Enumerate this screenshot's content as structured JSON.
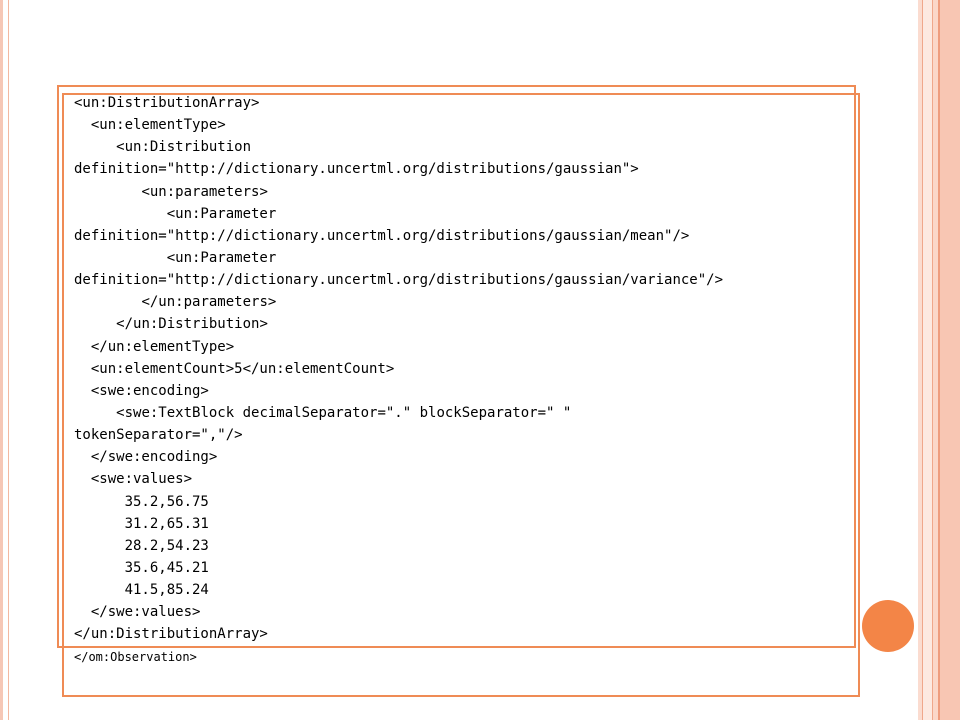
{
  "code_lines": [
    {
      "indent": "",
      "text": "<un:DistributionArray>"
    },
    {
      "indent": "  ",
      "text": "<un:elementType>"
    },
    {
      "indent": "     ",
      "text": "<un:Distribution"
    },
    {
      "indent": "",
      "text": "definition=\"http://dictionary.uncertml.org/distributions/gaussian\">"
    },
    {
      "indent": "        ",
      "text": "<un:parameters>"
    },
    {
      "indent": "           ",
      "text": "<un:Parameter"
    },
    {
      "indent": "",
      "text": "definition=\"http://dictionary.uncertml.org/distributions/gaussian/mean\"/>"
    },
    {
      "indent": "           ",
      "text": "<un:Parameter"
    },
    {
      "indent": "",
      "text": "definition=\"http://dictionary.uncertml.org/distributions/gaussian/variance\"/>"
    },
    {
      "indent": "        ",
      "text": "</un:parameters>"
    },
    {
      "indent": "     ",
      "text": "</un:Distribution>"
    },
    {
      "indent": "  ",
      "text": "</un:elementType>"
    },
    {
      "indent": "  ",
      "text": "<un:elementCount>5</un:elementCount>"
    },
    {
      "indent": "  ",
      "text": "<swe:encoding>"
    },
    {
      "indent": "     ",
      "text": "<swe:TextBlock decimalSeparator=\".\" blockSeparator=\" \""
    },
    {
      "indent": "",
      "text": "tokenSeparator=\",\"/>"
    },
    {
      "indent": "  ",
      "text": "</swe:encoding>"
    },
    {
      "indent": "  ",
      "text": "<swe:values>"
    },
    {
      "indent": "      ",
      "text": "35.2,56.75"
    },
    {
      "indent": "      ",
      "text": "31.2,65.31"
    },
    {
      "indent": "      ",
      "text": "28.2,54.23"
    },
    {
      "indent": "      ",
      "text": "35.6,45.21"
    },
    {
      "indent": "      ",
      "text": "41.5,85.24"
    },
    {
      "indent": "  ",
      "text": "</swe:values>"
    },
    {
      "indent": "",
      "text": "</un:DistributionArray>"
    }
  ],
  "trailing_line": "</om:Observation>",
  "colors": {
    "frame": "#ef8b55",
    "accent_circle": "#f38547",
    "stripe": "#f8c6b3"
  }
}
